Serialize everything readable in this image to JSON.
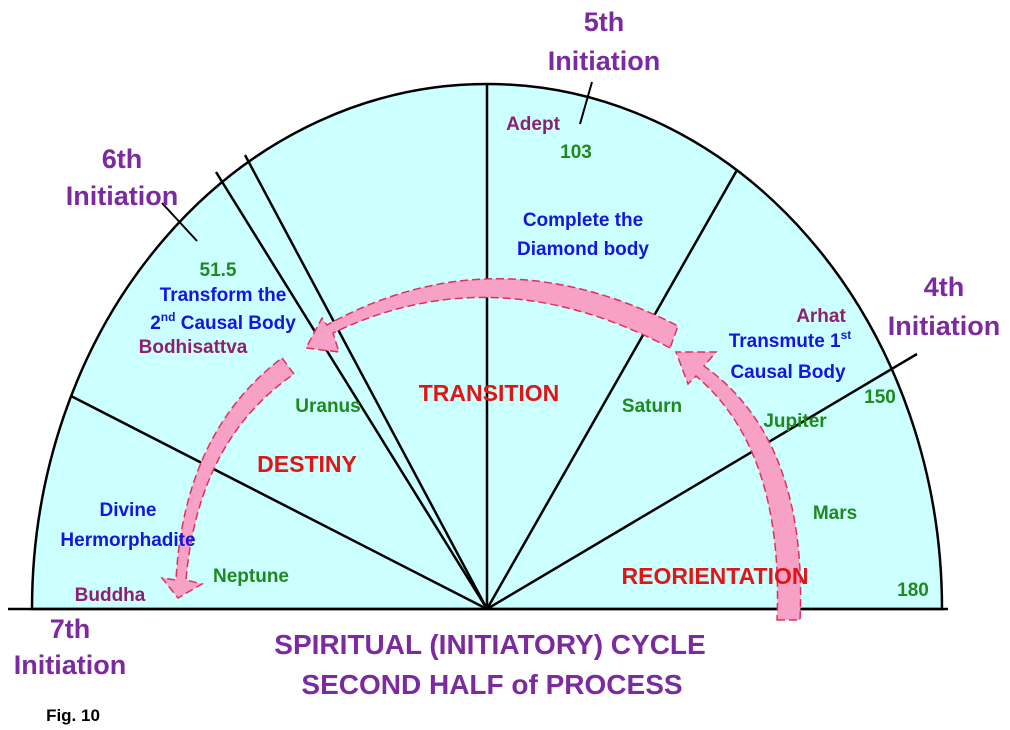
{
  "initiations": {
    "fourth": [
      "4th",
      "Initiation"
    ],
    "fifth": [
      "5th",
      "Initiation"
    ],
    "sixth": [
      "6th",
      "Initiation"
    ],
    "seventh": [
      "7th",
      "Initiation"
    ]
  },
  "ranks": {
    "adept": "Adept",
    "arhat": "Arhat",
    "bodhisattva": "Bodhisattva",
    "buddha": "Buddha"
  },
  "numbers": {
    "n103": "103",
    "n150": "150",
    "n180": "180",
    "n51_5": "51.5"
  },
  "planets": {
    "uranus": "Uranus",
    "saturn": "Saturn",
    "jupiter": "Jupiter",
    "mars": "Mars",
    "neptune": "Neptune"
  },
  "tasks": {
    "diamond": [
      "Complete the",
      "Diamond body"
    ],
    "transform": {
      "line1": "Transform the",
      "line2_prefix": "2",
      "line2_sup": "nd",
      "line2_rest": " Causal Body"
    },
    "transmute": {
      "line1_prefix": "Transmute 1",
      "line1_sup": "st",
      "line2": "Causal Body"
    },
    "divine": [
      "Divine",
      "Hermorphadite"
    ]
  },
  "phases": {
    "transition": "TRANSITION",
    "destiny": "DESTINY",
    "reorientation": "REORIENTATION"
  },
  "title": {
    "line1": "SPIRITUAL (INITIATORY) CYCLE",
    "line2": "SECOND HALF of PROCESS"
  },
  "figure_label": "Fig. 10",
  "colors": {
    "sector_fill": "#CCFFFF",
    "arrow_fill": "#F7A1C6",
    "arrow_stroke": "#E0305A",
    "initiation_text": "#7B2AA0",
    "rank_text": "#8E2070",
    "number_text": "#1E8A1E",
    "task_text": "#1515E0",
    "phase_text": "#E01515"
  }
}
